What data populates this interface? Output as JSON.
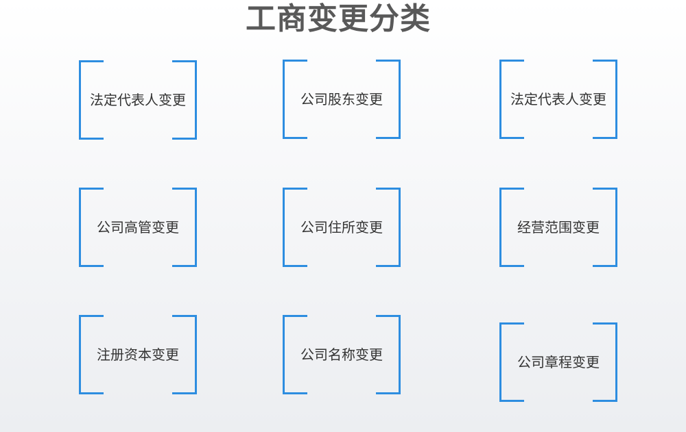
{
  "title": "工商变更分类",
  "accent_color": "#2d8de0",
  "items": [
    {
      "label": "法定代表人变更"
    },
    {
      "label": "公司股东变更"
    },
    {
      "label": "法定代表人变更"
    },
    {
      "label": "公司高管变更"
    },
    {
      "label": "公司住所变更"
    },
    {
      "label": "经营范围变更"
    },
    {
      "label": "注册资本变更"
    },
    {
      "label": "公司名称变更"
    },
    {
      "label": "公司章程变更"
    }
  ]
}
